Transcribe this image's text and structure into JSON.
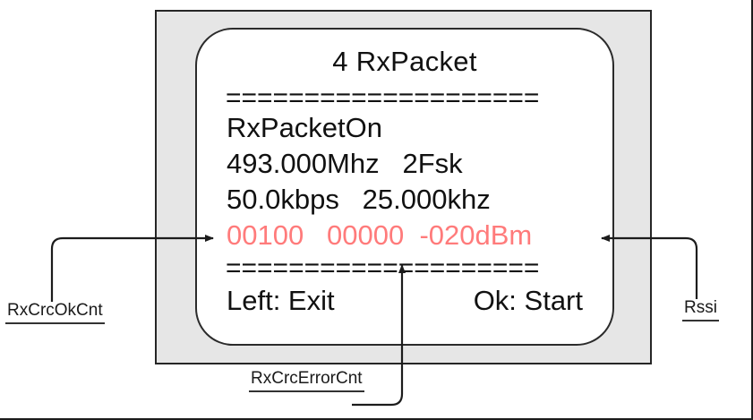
{
  "device": {
    "label": "lcd-device-mockup",
    "body_color": "#e6e6e6",
    "screen_color": "#ffffff",
    "outline_color": "#262626"
  },
  "screen": {
    "title": "4 RxPacket",
    "rule_top": "====================",
    "rule_bottom": "====================",
    "lines": [
      {
        "text": "RxPacketOn",
        "color": "#111111"
      },
      {
        "text": "493.000Mhz   2Fsk",
        "color": "#111111"
      },
      {
        "text": "50.0kbps   25.000khz",
        "color": "#111111"
      },
      {
        "text": "00100   00000  -020dBm",
        "color": "#ff7b7b"
      }
    ],
    "values": {
      "mode": "RxPacketOn",
      "frequency": "493.000Mhz",
      "modulation": "2Fsk",
      "datarate": "50.0kbps",
      "deviation": "25.000khz",
      "rx_crc_ok_cnt": "00100",
      "rx_crc_error_cnt": "00000",
      "rssi": "-020dBm"
    },
    "footer": {
      "left_key": "Left: Exit",
      "right_key": "Ok: Start"
    },
    "accent_red": "#ff7b7b"
  },
  "callouts": [
    {
      "id": "rx-crc-ok-cnt",
      "label": "RxCrcOkCnt",
      "points_to": "00100",
      "side": "left"
    },
    {
      "id": "rssi",
      "label": "Rssi",
      "points_to": "-020dBm",
      "side": "right"
    },
    {
      "id": "rx-crc-error-cnt",
      "label": "RxCrcErrorCnt",
      "points_to": "00000",
      "side": "bottom"
    }
  ]
}
